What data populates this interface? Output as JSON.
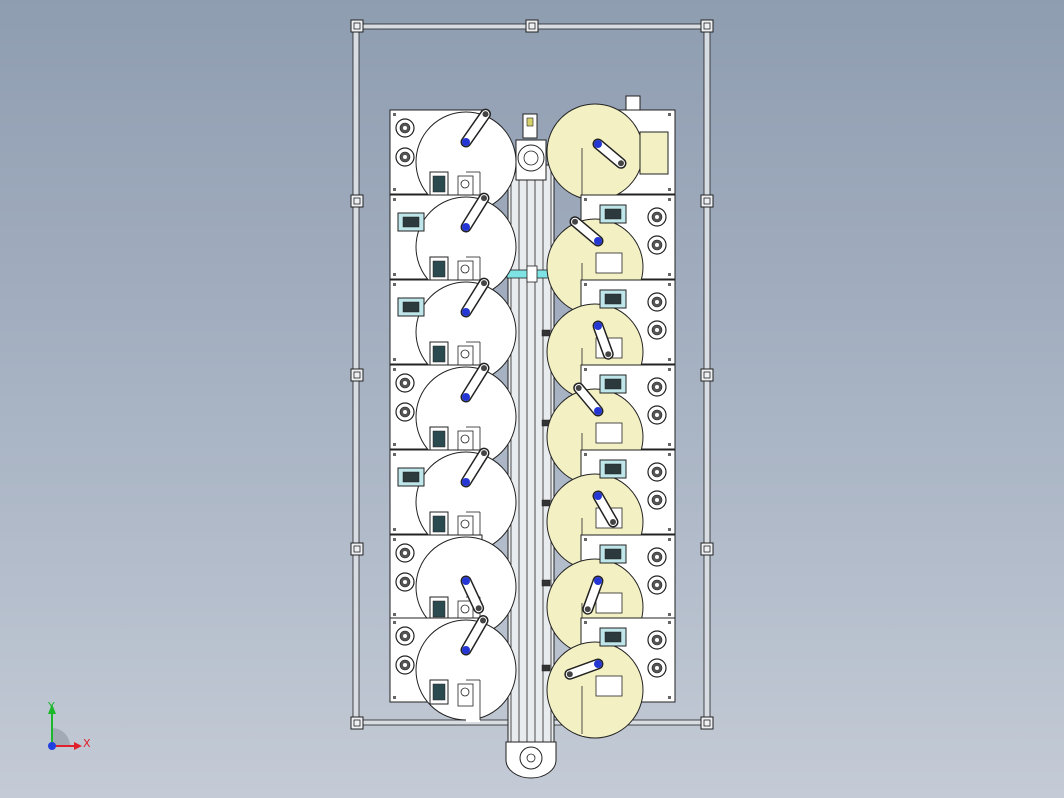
{
  "viewport": {
    "background_top": "#8f9db1",
    "background_bottom": "#c4cbd6"
  },
  "triad": {
    "x_label": "X",
    "y_label": "Y",
    "x_color": "#e0202a",
    "y_color": "#1ab82a",
    "z_color": "#2040e0"
  },
  "model": {
    "left_station_count": 7,
    "right_station_count": 7,
    "open_disc_color": "#ffffff",
    "guarded_disc_color": "#f3f1c4",
    "hub_color": "#2436d4",
    "conveyor_marker_color": "#7fe3e3",
    "line_color": "#222222",
    "panel_color": "#ffffff"
  }
}
